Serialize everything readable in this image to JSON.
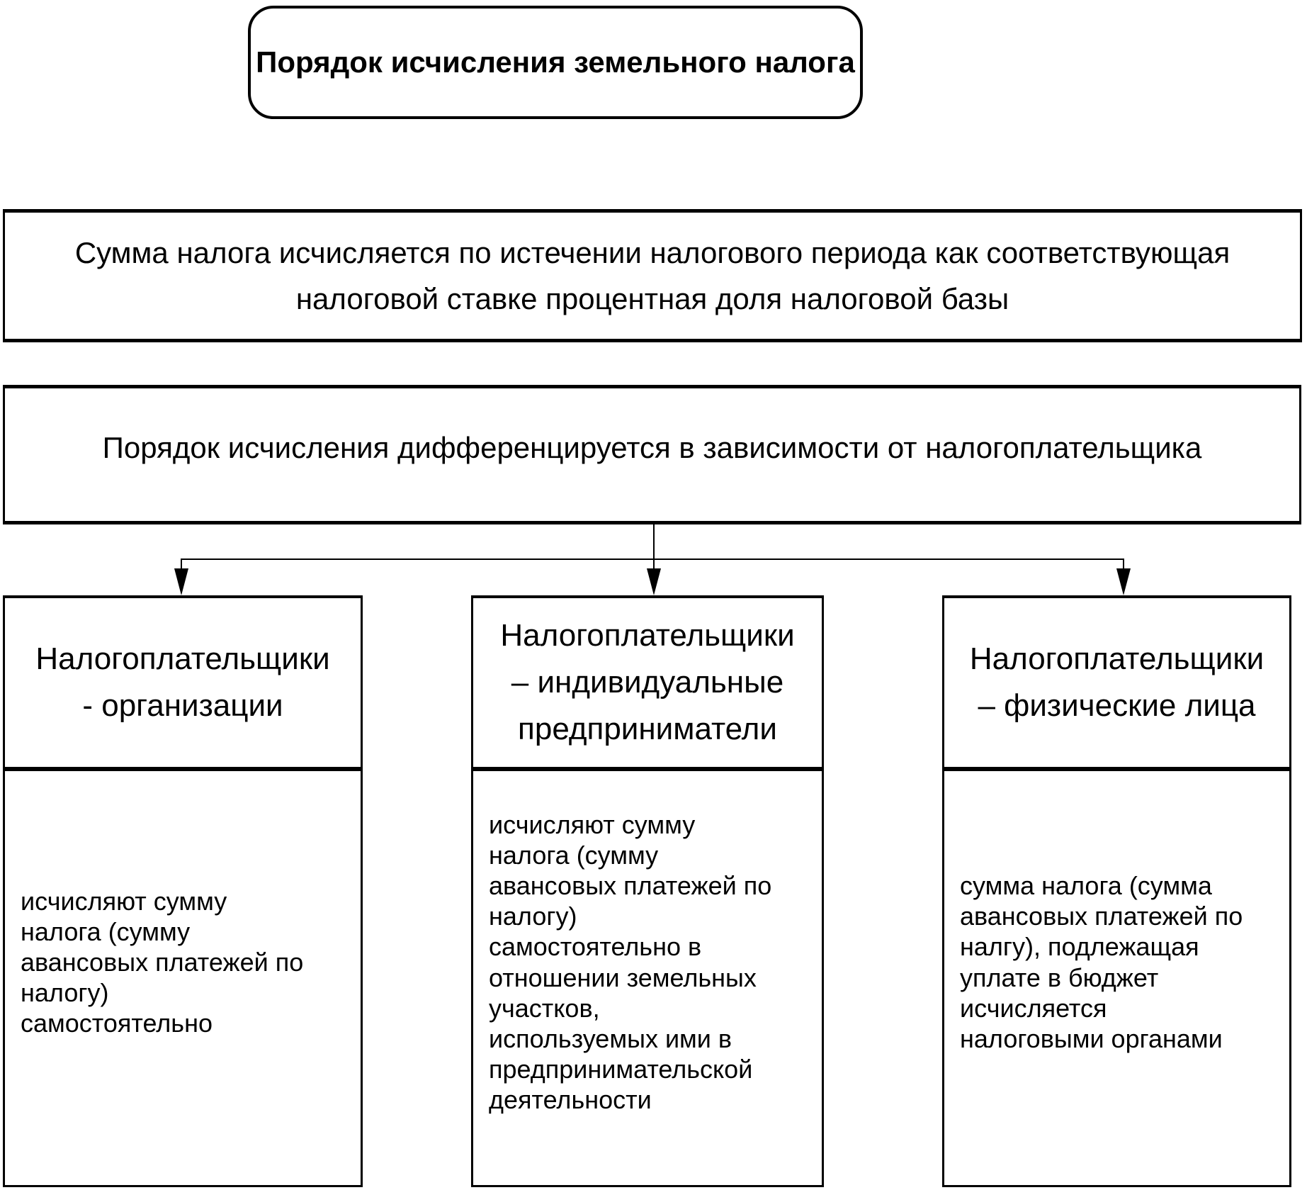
{
  "title": "Порядок исчисления земельного налога",
  "box1": {
    "text": "Сумма налога исчисляется по истечении налогового периода как соответствующая\nналоговой ставке процентная доля налоговой базы"
  },
  "box2": {
    "text": "Порядок исчисления дифференцируется в зависимости от налогоплательщика"
  },
  "columns": [
    {
      "header": "Налогоплательщики\n- организации",
      "body": "исчисляют сумму\nналога (сумму\nавансовых платежей по\nналогу)\nсамостоятельно"
    },
    {
      "header": "Налогоплательщики\n– индивидуальные\nпредприниматели",
      "body": "исчисляют сумму\nналога (сумму\nавансовых платежей по\nналогу)\nсамостоятельно в\nотношении земельных\nучастков,\nиспользуемых ими в\nпредпринимательской\nдеятельности"
    },
    {
      "header": "Налогоплательщики\n– физические лица",
      "body": "сумма налога (сумма\nавансовых платежей по\nналгу), подлежащая\nуплате в бюджет\nисчисляется\nналоговыми органами"
    }
  ],
  "icons": {
    "arrow_down": "▼"
  },
  "colors": {
    "background": "#ffffff",
    "border": "#000000",
    "text": "#000000"
  }
}
